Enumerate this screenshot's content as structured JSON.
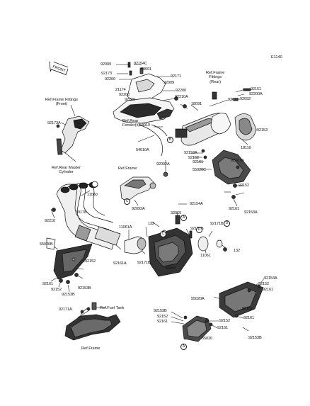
{
  "diagram_id": "E1140",
  "front_label": "FRONT",
  "part_numbers": [
    {
      "key": "p92009a",
      "text": "92009"
    },
    {
      "key": "p92154c",
      "text": "92154C"
    },
    {
      "key": "p59091",
      "text": "59091"
    },
    {
      "key": "p92173",
      "text": "92173"
    },
    {
      "key": "p92200a",
      "text": "92200"
    },
    {
      "key": "p92171a",
      "text": "92171"
    },
    {
      "key": "p92009b",
      "text": "92009"
    },
    {
      "key": "p21174",
      "text": "21174"
    },
    {
      "key": "p92200b",
      "text": "92200"
    },
    {
      "key": "p92200c",
      "text": "92200"
    },
    {
      "key": "p92200d",
      "text": "92200"
    },
    {
      "key": "p92210a",
      "text": "92210A"
    },
    {
      "key": "p18091",
      "text": "18091"
    },
    {
      "key": "p92092a",
      "text": "92092"
    },
    {
      "key": "p92151",
      "text": "92151"
    },
    {
      "key": "p92200e",
      "text": "92200A"
    },
    {
      "key": "p92092b",
      "text": "92092"
    },
    {
      "key": "p92173a",
      "text": "92173A"
    },
    {
      "key": "p54010",
      "text": "54010"
    },
    {
      "key": "p54010a",
      "text": "54010A"
    },
    {
      "key": "p92153",
      "text": "92153"
    },
    {
      "key": "p18110",
      "text": "18110"
    },
    {
      "key": "p92153a",
      "text": "92153A"
    },
    {
      "key": "p92152a",
      "text": "92152"
    },
    {
      "key": "p92161a",
      "text": "92161"
    },
    {
      "key": "p55020c",
      "text": "55020C"
    },
    {
      "key": "p92161b",
      "text": "92161B"
    },
    {
      "key": "p92092a2",
      "text": "92092A"
    },
    {
      "key": "p92152b",
      "text": "92152"
    },
    {
      "key": "p92161c",
      "text": "92161"
    },
    {
      "key": "p92153a2",
      "text": "92153A"
    },
    {
      "key": "p11060",
      "text": "11060"
    },
    {
      "key": "p39178",
      "text": "39178"
    },
    {
      "key": "p92210",
      "text": "92210"
    },
    {
      "key": "p92092a3",
      "text": "92092A"
    },
    {
      "key": "p92154a",
      "text": "92154A"
    },
    {
      "key": "p32069",
      "text": "32069"
    },
    {
      "key": "p11061a",
      "text": "11061A"
    },
    {
      "key": "p132a",
      "text": "132"
    },
    {
      "key": "p92154b",
      "text": "92154B"
    },
    {
      "key": "p92171b",
      "text": "92171B"
    },
    {
      "key": "p55020b",
      "text": "55020B"
    },
    {
      "key": "p11061",
      "text": "11061"
    },
    {
      "key": "p132b",
      "text": "132"
    },
    {
      "key": "p92152c",
      "text": "92152"
    },
    {
      "key": "p92161d",
      "text": "92161A"
    },
    {
      "key": "p92171c",
      "text": "92171B"
    },
    {
      "key": "p49062",
      "text": "49062"
    },
    {
      "key": "p92161e",
      "text": "92161"
    },
    {
      "key": "p92152d",
      "text": "92152"
    },
    {
      "key": "p92153b",
      "text": "92153B"
    },
    {
      "key": "p92153b2",
      "text": "92153B"
    },
    {
      "key": "p92154a2",
      "text": "92154A"
    },
    {
      "key": "p92152e",
      "text": "92152"
    },
    {
      "key": "p92161f",
      "text": "92161"
    },
    {
      "key": "p55020a",
      "text": "55020A"
    },
    {
      "key": "p92171a2",
      "text": "92171A"
    },
    {
      "key": "p92152f",
      "text": "92152"
    },
    {
      "key": "p92153b3",
      "text": "92153B"
    },
    {
      "key": "p92152g",
      "text": "92152"
    },
    {
      "key": "p92161g",
      "text": "92161"
    },
    {
      "key": "p92152h",
      "text": "92152"
    },
    {
      "key": "p92161h",
      "text": "92161"
    },
    {
      "key": "p92161i",
      "text": "92161"
    },
    {
      "key": "p92153b4",
      "text": "92153B"
    },
    {
      "key": "p55020",
      "text": "55020"
    }
  ],
  "references": {
    "ref_frame_fittings_front": [
      "Ref.Frame Fittings",
      "(Front)"
    ],
    "ref_rear_master_cylinder": [
      "Ref.Rear Master",
      "Cylinder"
    ],
    "ref_frame_fittings_rear": [
      "Ref.Frame",
      "Fittings",
      "(Rear)"
    ],
    "ref_rear_fender": [
      "Ref.Rear",
      "Fender(s)"
    ],
    "ref_frame_mid": [
      "Ref.Frame"
    ],
    "ref_fuel_tank": [
      "Ref.Fuel Tank"
    ],
    "ref_frame_bottom": [
      "Ref.Frame"
    ]
  },
  "callouts": {
    "A": "A",
    "B": "B",
    "C": "C",
    "D": "D"
  }
}
